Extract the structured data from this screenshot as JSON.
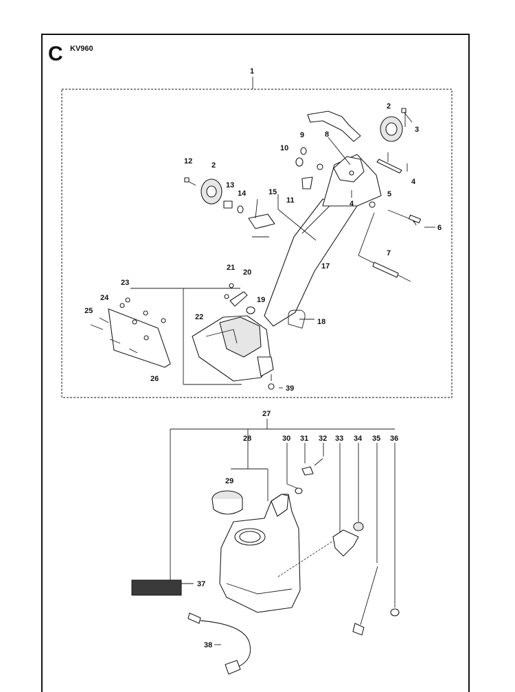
{
  "section_letter": "C",
  "model": "KV960",
  "callouts": {
    "c1": "1",
    "c2a": "2",
    "c2b": "2",
    "c3": "3",
    "c4a": "4",
    "c4b": "4",
    "c5": "5",
    "c6": "6",
    "c7": "7",
    "c8": "8",
    "c9": "9",
    "c10": "10",
    "c11": "11",
    "c12": "12",
    "c13": "13",
    "c14": "14",
    "c15": "15",
    "c17": "17",
    "c18": "18",
    "c19": "19",
    "c20": "20",
    "c21": "21",
    "c22": "22",
    "c23": "23",
    "c24": "24",
    "c25": "25",
    "c26": "26",
    "c27": "27",
    "c28": "28",
    "c29": "29",
    "c30": "30",
    "c31": "31",
    "c32": "32",
    "c33": "33",
    "c34": "34",
    "c35": "35",
    "c36": "36",
    "c37": "37",
    "c38": "38",
    "c39": "39"
  }
}
